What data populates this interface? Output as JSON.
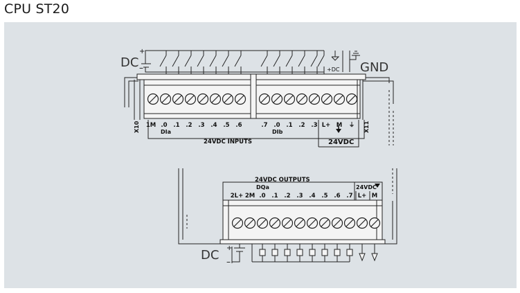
{
  "title": "CPU ST20",
  "top_module": {
    "supply_label": "DC",
    "sensor_supply_label": "+DC",
    "ground_label": "GND",
    "connector_left": "X10",
    "connector_right": "X11",
    "group_a_pins": [
      "1M",
      ".0",
      ".1",
      ".2",
      ".3",
      ".4",
      ".5",
      ".6"
    ],
    "group_a_name": "DIa",
    "group_b_pins": [
      ".7",
      ".0",
      ".1",
      ".2",
      ".3"
    ],
    "group_b_name": "DIb",
    "supply_pins": [
      "L+",
      "M",
      "⏚"
    ],
    "inputs_caption": "24VDC INPUTS",
    "supply_caption": "24VDC"
  },
  "bottom_module": {
    "supply_label": "DC",
    "outputs_caption": "24VDC OUTPUTS",
    "group_name": "DQa",
    "output_pins": [
      "2L+",
      "2M",
      ".0",
      ".1",
      ".2",
      ".3",
      ".4",
      ".5",
      ".6",
      ".7"
    ],
    "supply_caption": "24VDC",
    "supply_pins": [
      "L+",
      "M"
    ]
  },
  "colors": {
    "panel_bg": "#dde2e6",
    "line": "#222222",
    "module_bg": "#f4f4f4"
  }
}
